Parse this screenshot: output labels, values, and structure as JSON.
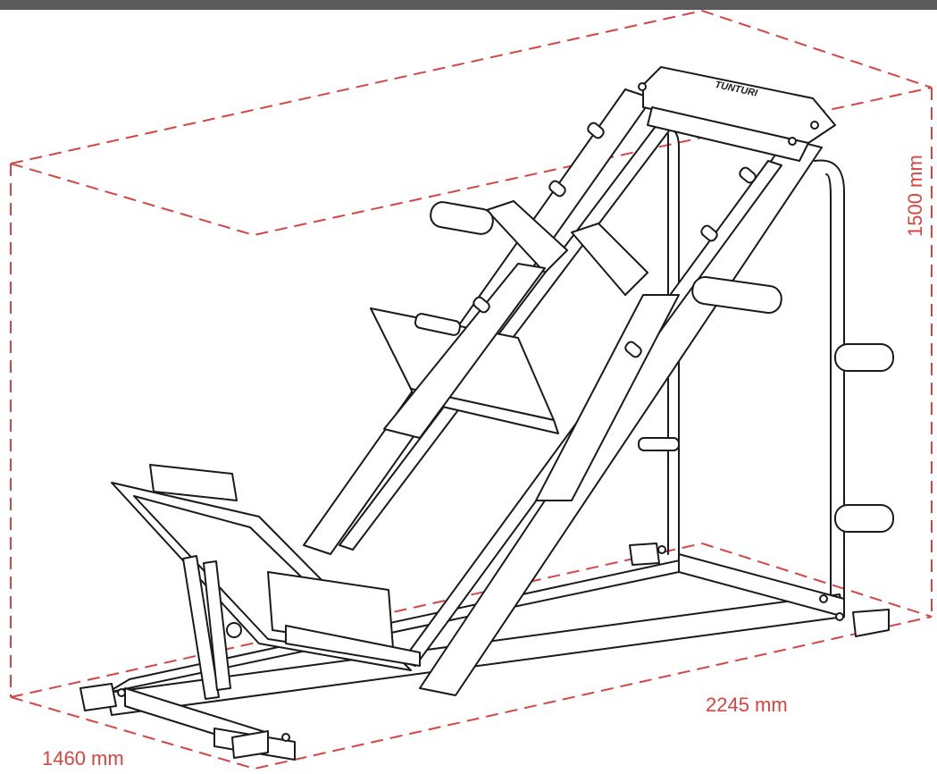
{
  "brand": {
    "logo_text": "TUNTURI"
  },
  "dimensions": {
    "height": "1500 mm",
    "length": "2245 mm",
    "width": "1460 mm"
  },
  "colors": {
    "dimension_lines": "#d64541",
    "line_art": "#1a1a1a",
    "top_bar": "#5a5a5a"
  }
}
